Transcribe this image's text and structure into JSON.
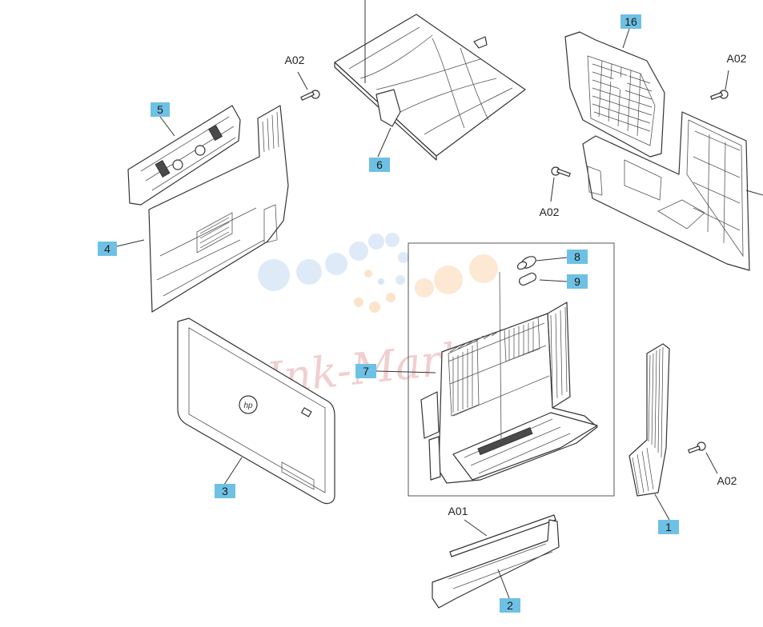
{
  "diagram": {
    "callouts": [
      {
        "id": "c1",
        "label": "1"
      },
      {
        "id": "c2",
        "label": "2"
      },
      {
        "id": "c3",
        "label": "3"
      },
      {
        "id": "c4",
        "label": "4"
      },
      {
        "id": "c5",
        "label": "5"
      },
      {
        "id": "c6",
        "label": "6"
      },
      {
        "id": "c7",
        "label": "7"
      },
      {
        "id": "c8",
        "label": "8"
      },
      {
        "id": "c9",
        "label": "9"
      },
      {
        "id": "c16",
        "label": "16"
      }
    ],
    "screw_labels": {
      "a02_left": "A02",
      "a02_top_right": "A02",
      "a02_mid_right": "A02",
      "a02_bottom_right": "A02",
      "a01": "A01"
    },
    "watermark": {
      "text": "Ink-Mark"
    },
    "colors": {
      "callout_fill": "#6ec1e4",
      "line": "#333333",
      "watermark_pink": "#e7a9a9"
    }
  }
}
